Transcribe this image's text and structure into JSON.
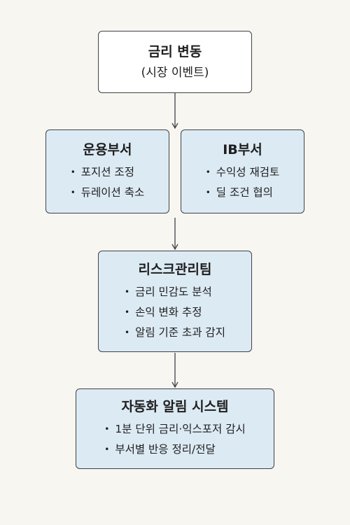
{
  "nodes": {
    "event": {
      "title": "금리 변동",
      "subtitle": "(시장 이벤트)"
    },
    "ops": {
      "title": "운용부서",
      "items": [
        "포지션 조정",
        "듀레이션 축소"
      ]
    },
    "ib": {
      "title": "IB부서",
      "items": [
        "수익성 재검토",
        "딜 조건 협의"
      ]
    },
    "risk": {
      "title": "리스크관리팀",
      "items": [
        "금리 민감도 분석",
        "손익 변화 추정",
        "알림 기준 초과 감지"
      ]
    },
    "alert": {
      "title": "자동화 알림 시스템",
      "items": [
        "1분 단위 금리·익스포저 감시",
        "부서별 반응 정리/전달"
      ]
    }
  },
  "colors": {
    "box_fill": "#dceaf4",
    "top_fill": "#ffffff",
    "border": "#3f4247",
    "background": "#f7f6f1"
  }
}
